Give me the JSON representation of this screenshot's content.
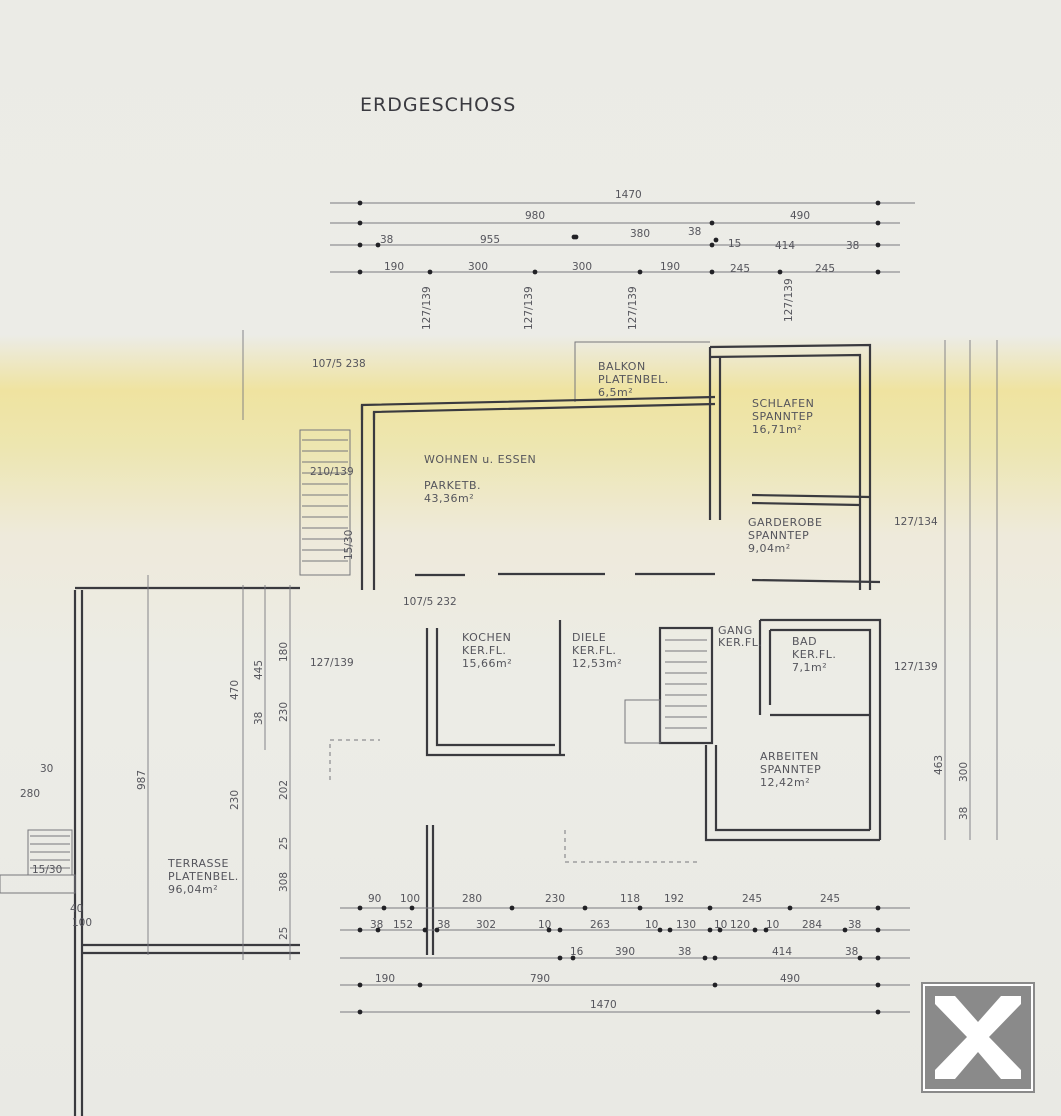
{
  "title": "ERDGESCHOSS",
  "rooms": [
    {
      "name": "BALKON",
      "floor": "PLATENBEL.",
      "area": "6,5m²"
    },
    {
      "name": "SCHLAFEN",
      "floor": "SPANNTEP",
      "area": "16,71m²"
    },
    {
      "name": "WOHNEN u. ESSEN",
      "floor": "PARKETB.",
      "area": "43,36m²"
    },
    {
      "name": "GARDEROBE",
      "floor": "SPANNTEP",
      "area": "9,04m²"
    },
    {
      "name": "KOCHEN",
      "floor": "KER.FL.",
      "area": "15,66m²"
    },
    {
      "name": "DIELE",
      "floor": "KER.FL.",
      "area": "12,53m²"
    },
    {
      "name": "GANG",
      "floor": "KER.FL.",
      "area": ""
    },
    {
      "name": "BAD",
      "floor": "KER.FL.",
      "area": "7,1m²"
    },
    {
      "name": "ARBEITEN",
      "floor": "SPANNTEP",
      "area": "12,42m²"
    },
    {
      "name": "TERRASSE",
      "floor": "PLATENBEL.",
      "area": "96,04m²"
    }
  ],
  "dims_top": {
    "overall": "1470",
    "row2": [
      "980",
      "490"
    ],
    "row3": [
      "38",
      "955",
      "380",
      "38",
      "15",
      "414",
      "38"
    ],
    "row4": [
      "190",
      "300",
      "300",
      "190",
      "245",
      "245"
    ]
  },
  "window_labels": [
    "127/139",
    "127/139",
    "127/139",
    "127/139"
  ],
  "dims_bottom": {
    "row1": [
      "90",
      "100",
      "280",
      "230",
      "118",
      "192",
      "245",
      "245"
    ],
    "row2": [
      "38",
      "152",
      "38",
      "302",
      "10",
      "263",
      "10",
      "130",
      "10",
      "120",
      "10",
      "284",
      "38"
    ],
    "row3": [
      "16",
      "390",
      "38",
      "414",
      "38"
    ],
    "row4": [
      "190",
      "790",
      "490"
    ],
    "overall": "1470"
  },
  "dims_left": [
    "470",
    "445",
    "180",
    "230",
    "38",
    "230",
    "202",
    "25",
    "308",
    "25",
    "987"
  ],
  "dims_right": [
    "127/134",
    "127/139",
    "463",
    "300",
    "38"
  ],
  "misc_labels": [
    "107/5 238",
    "210/139",
    "15/30",
    "107/5 232",
    "127/139",
    "15/30",
    "30",
    "280",
    "40",
    "100"
  ],
  "logo": {
    "name": "raiffeisen-logo",
    "color": "#ffffff",
    "bg": "#8a8a8a"
  }
}
